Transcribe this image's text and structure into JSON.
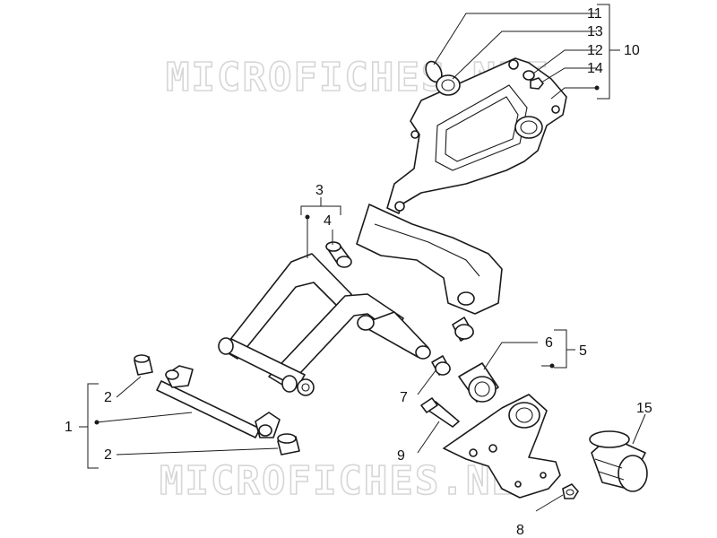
{
  "watermark": {
    "top": "MICROFICHES.NET",
    "bottom": "MICROFICHES.NET"
  },
  "callouts": {
    "n1": "1",
    "n2a": "2",
    "n2b": "2",
    "n3": "3",
    "n4": "4",
    "n5": "5",
    "n6": "6",
    "n7": "7",
    "n8": "8",
    "n9": "9",
    "n10": "10",
    "n11": "11",
    "n12": "12",
    "n13": "13",
    "n14": "14",
    "n15": "15"
  }
}
